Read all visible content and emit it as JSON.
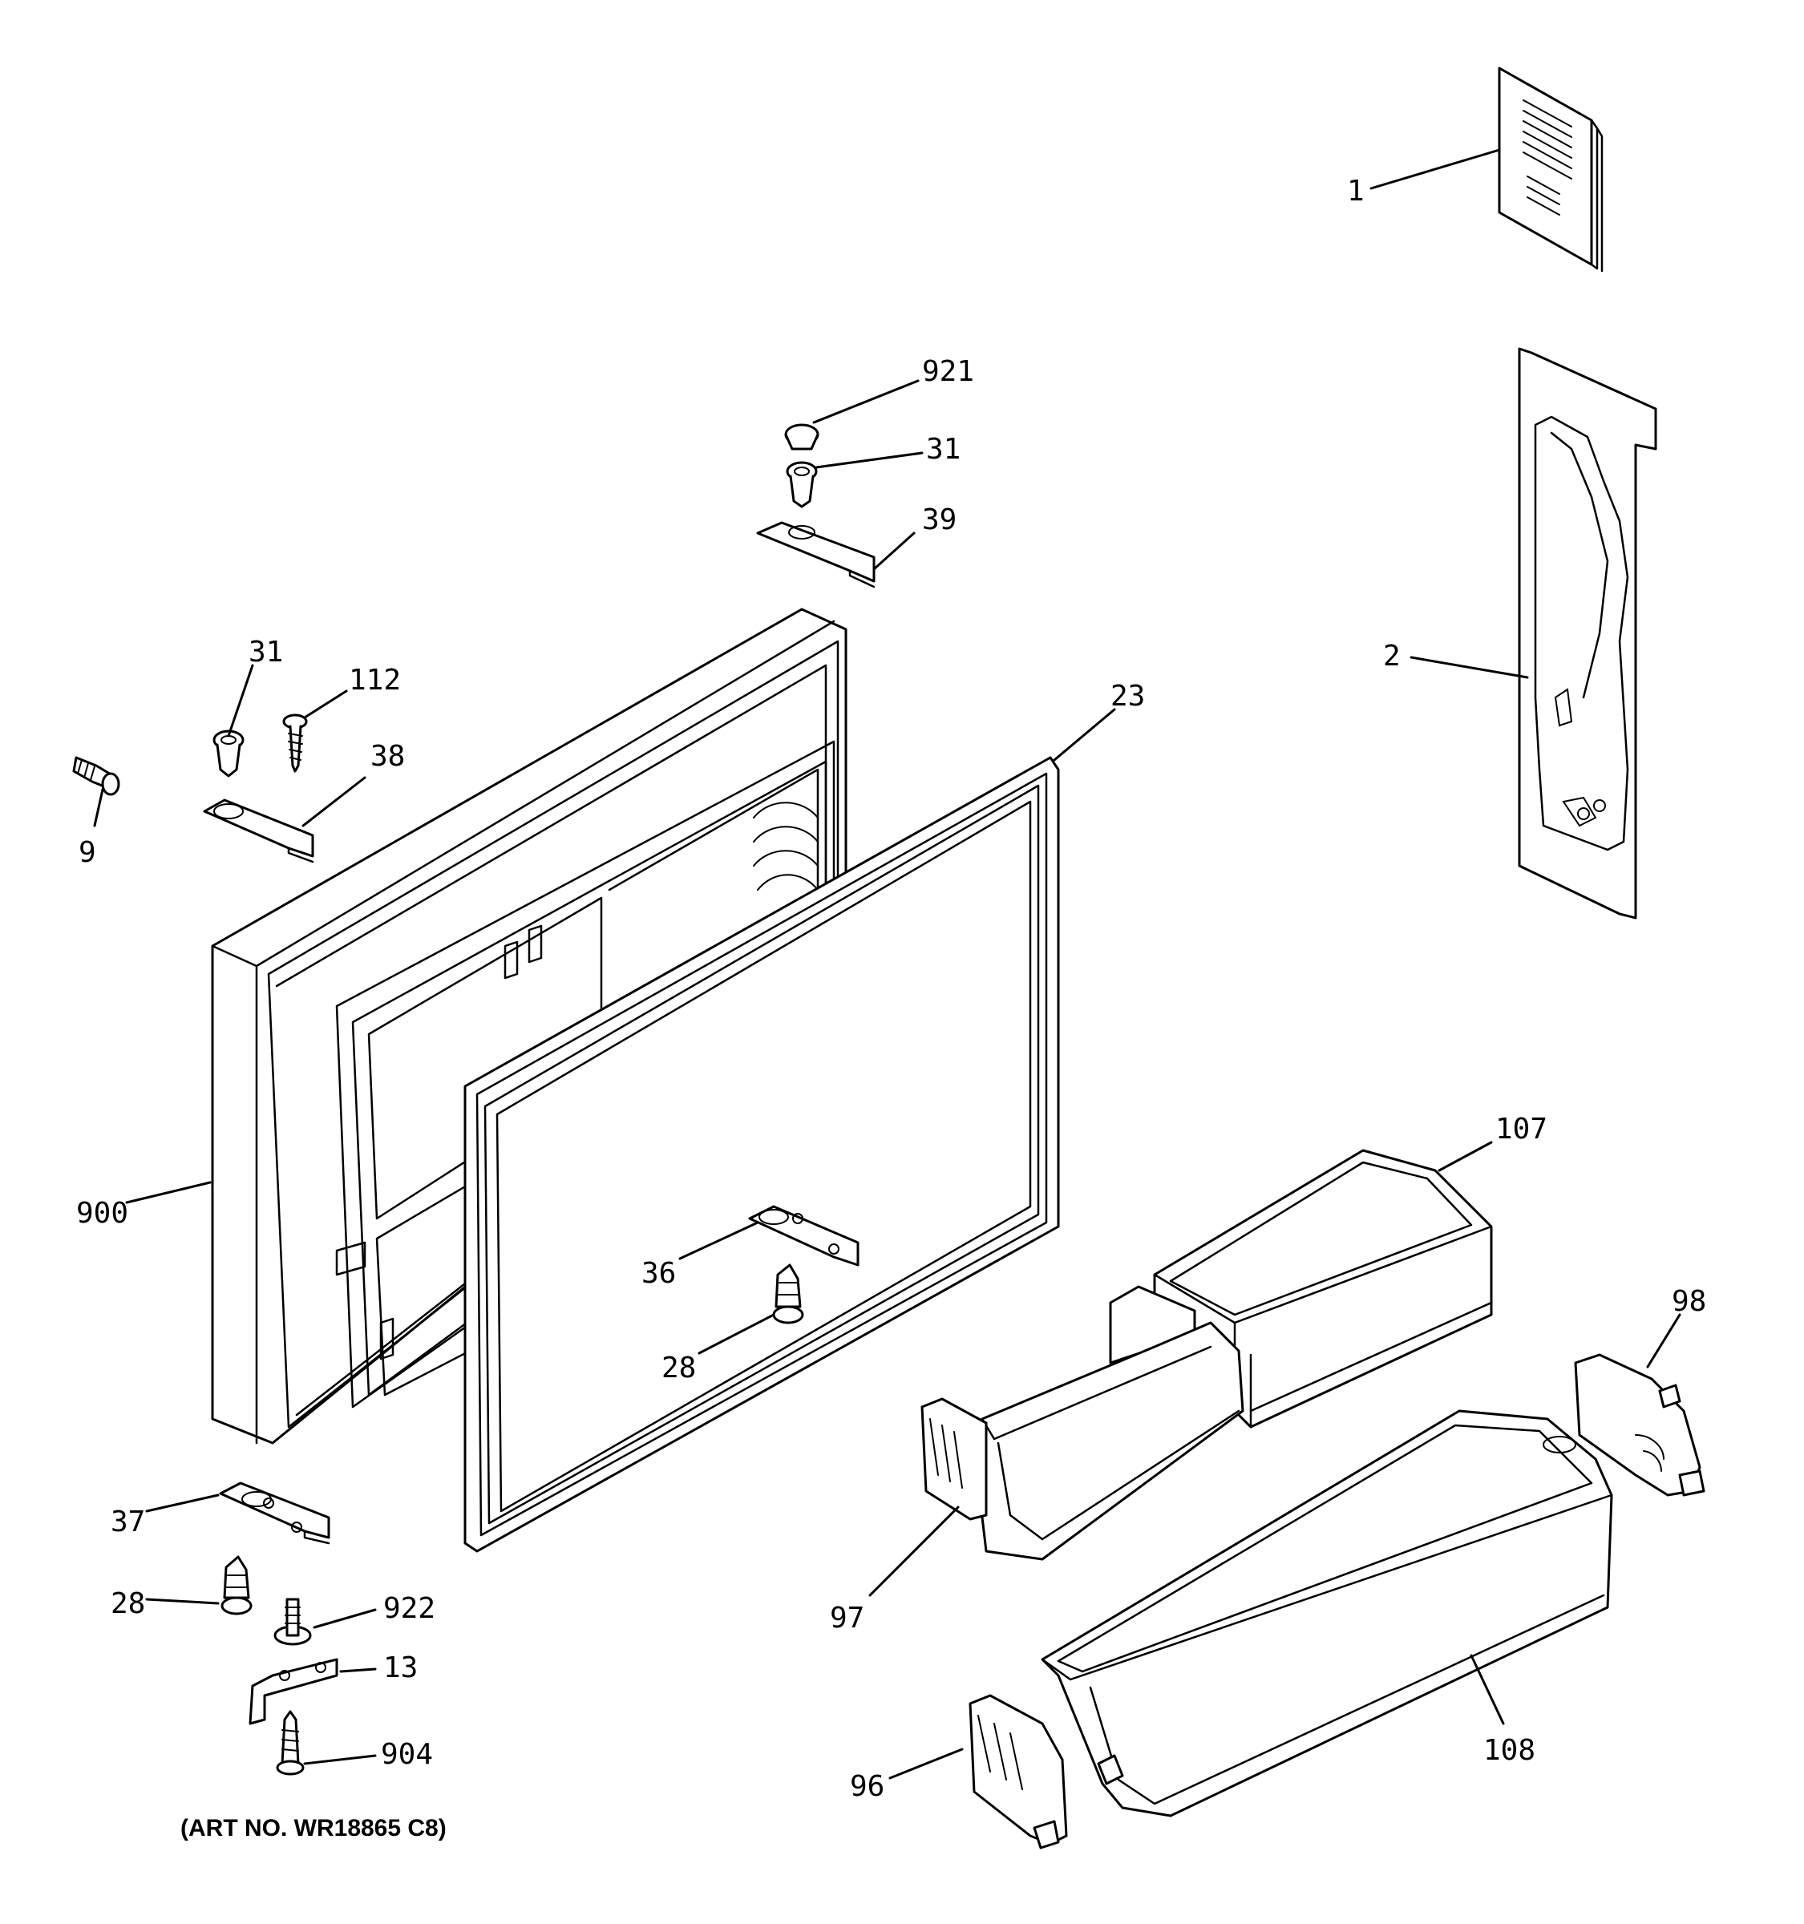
{
  "diagram": {
    "art_number": "(ART NO. WR18865 C8)",
    "callouts": [
      {
        "id": "c1",
        "label": "1"
      },
      {
        "id": "c2",
        "label": "2"
      },
      {
        "id": "c921",
        "label": "921"
      },
      {
        "id": "c31a",
        "label": "31"
      },
      {
        "id": "c39",
        "label": "39"
      },
      {
        "id": "c31b",
        "label": "31"
      },
      {
        "id": "c112",
        "label": "112"
      },
      {
        "id": "c38",
        "label": "38"
      },
      {
        "id": "c9",
        "label": "9"
      },
      {
        "id": "c23",
        "label": "23"
      },
      {
        "id": "c900",
        "label": "900"
      },
      {
        "id": "c36",
        "label": "36"
      },
      {
        "id": "c28a",
        "label": "28"
      },
      {
        "id": "c107",
        "label": "107"
      },
      {
        "id": "c98",
        "label": "98"
      },
      {
        "id": "c37",
        "label": "37"
      },
      {
        "id": "c28b",
        "label": "28"
      },
      {
        "id": "c922",
        "label": "922"
      },
      {
        "id": "c13",
        "label": "13"
      },
      {
        "id": "c904",
        "label": "904"
      },
      {
        "id": "c97",
        "label": "97"
      },
      {
        "id": "c96",
        "label": "96"
      },
      {
        "id": "c108",
        "label": "108"
      }
    ]
  }
}
